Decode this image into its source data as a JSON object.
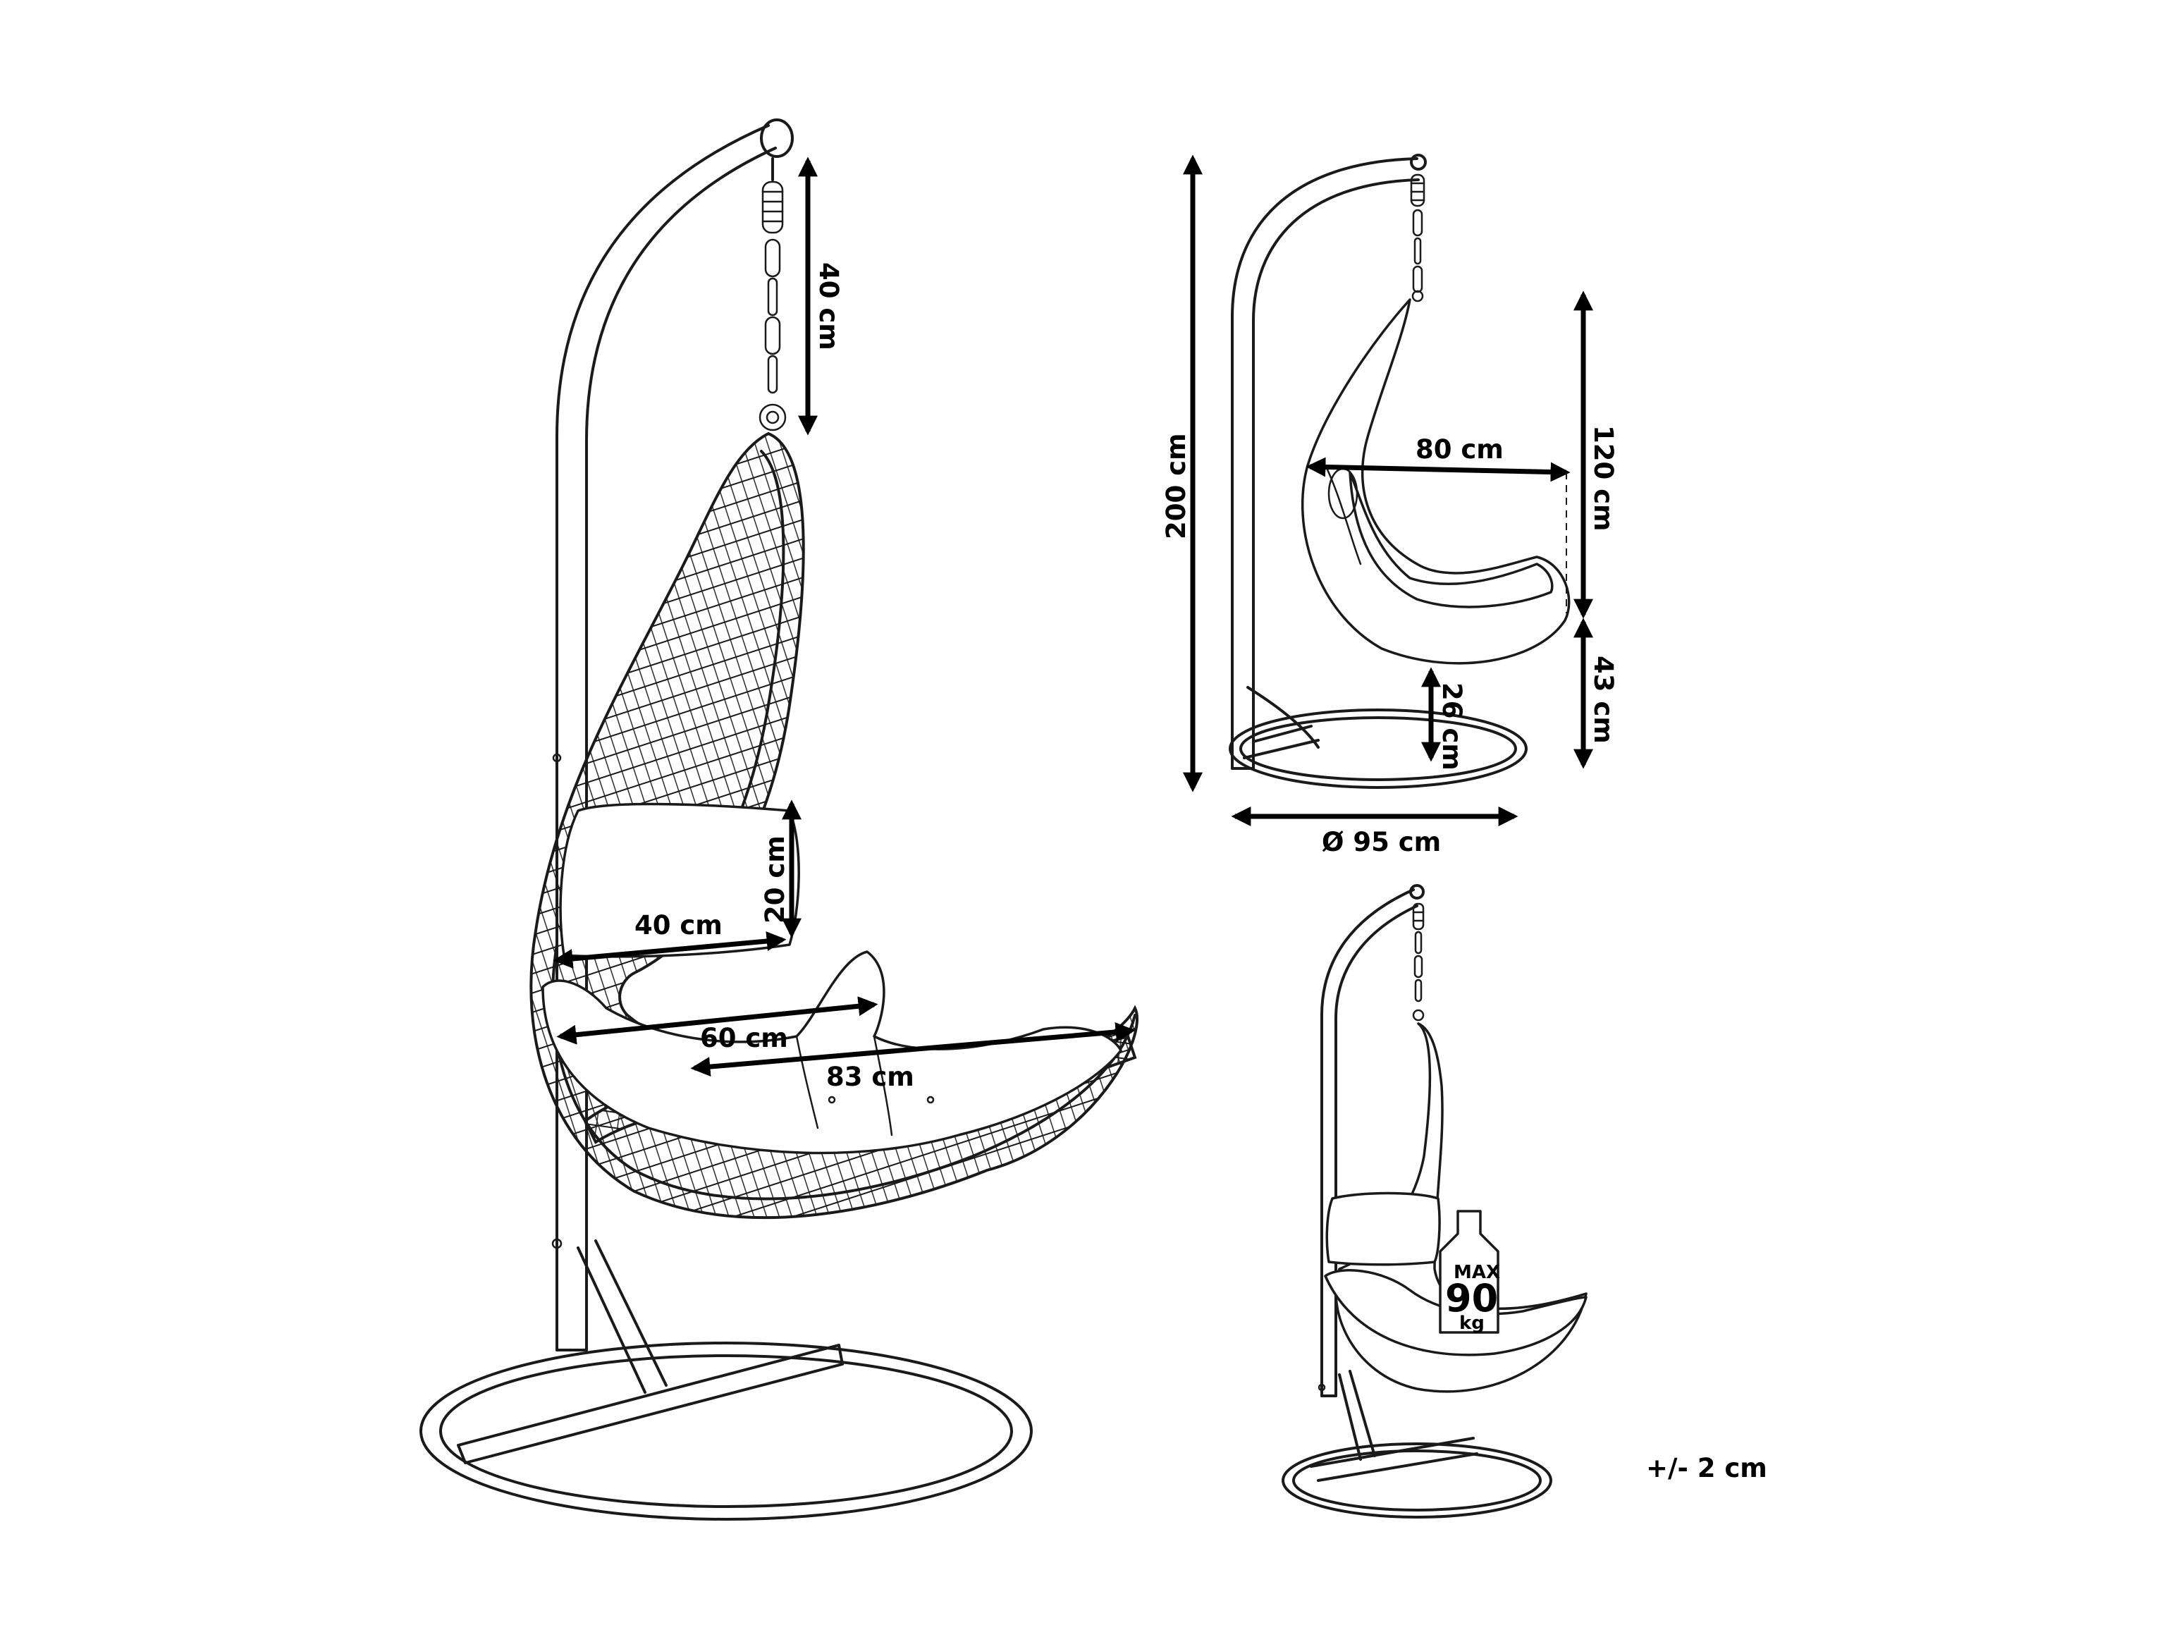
{
  "labels": {
    "chain_length": "40 cm",
    "cushion_height": "20 cm",
    "cushion_width": "40 cm",
    "seat_width": "60 cm",
    "seat_depth": "83 cm",
    "total_height": "200 cm",
    "basket_width": "80 cm",
    "basket_height": "120 cm",
    "seat_to_base": "43 cm",
    "base_clearance": "26 cm",
    "base_diameter": "Ø 95 cm",
    "tolerance": "+/- 2 cm"
  },
  "badge": {
    "top": "MAX",
    "value": "90",
    "unit": "kg"
  }
}
